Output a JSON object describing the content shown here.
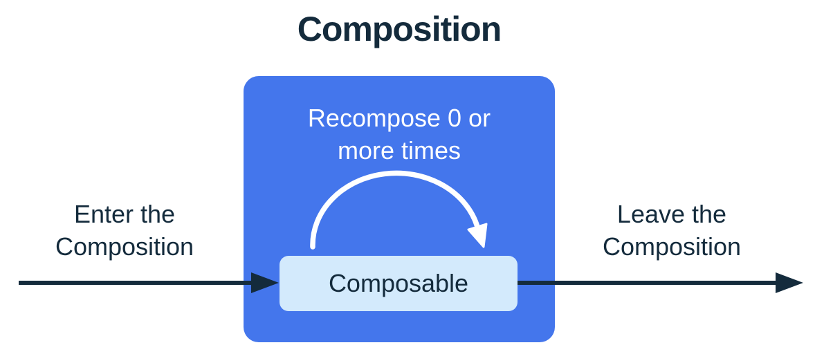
{
  "diagram": {
    "title": "Composition",
    "composition_box": {
      "recompose_label": "Recompose 0 or more times",
      "composable_label": "Composable"
    },
    "enter_label": "Enter the Composition",
    "leave_label": "Leave the Composition",
    "icons": {
      "loop_arrow": "recompose-loop-arrow-icon",
      "enter_arrow": "enter-arrow-icon",
      "leave_arrow": "leave-arrow-icon"
    }
  },
  "colors": {
    "box-blue": "#4476EC",
    "composable-blue": "#D3EAFC",
    "ink-navy": "#142B3C",
    "text-white": "#FFFFFF",
    "background": "#FFFFFF"
  }
}
